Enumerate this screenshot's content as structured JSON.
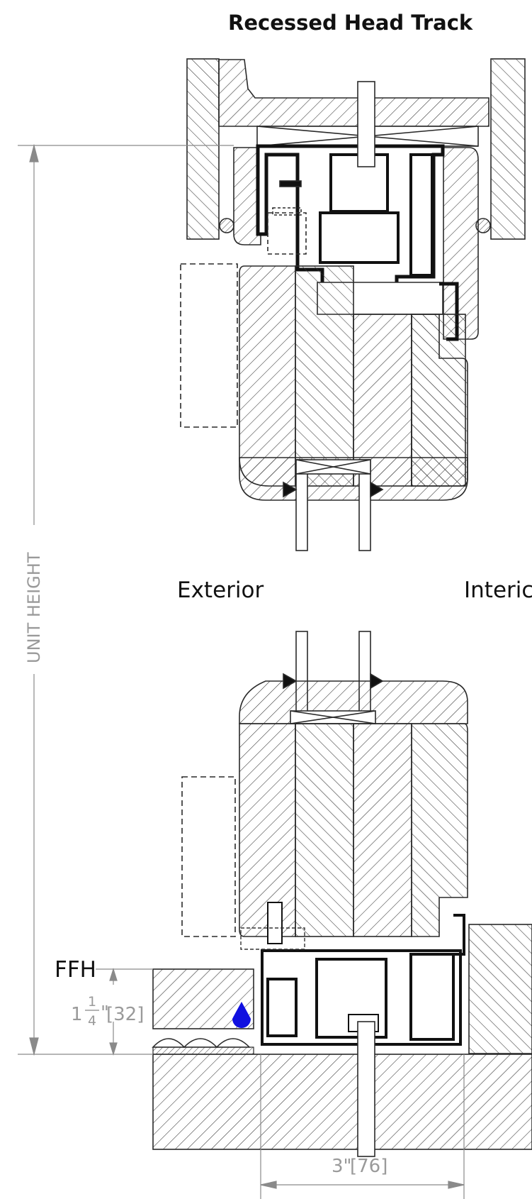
{
  "title": "Recessed Head Track",
  "labels": {
    "exterior": "Exterior",
    "interior": "Interic",
    "ffh": "FFH",
    "unit_height": "UNIT HEIGHT"
  },
  "dimensions": {
    "sill_height": {
      "whole": "1",
      "num": "1",
      "den": "4",
      "inch": "\"",
      "mm": "[32]"
    },
    "frame_depth": {
      "imperial": "3\"",
      "mm": "[76]"
    }
  },
  "colors": {
    "line": "#2a2a2a",
    "dim_line": "#8a8a8a",
    "profile_fill": "#111111",
    "water_drop": "#1010e0"
  },
  "icons": [
    "water-drop-icon"
  ]
}
